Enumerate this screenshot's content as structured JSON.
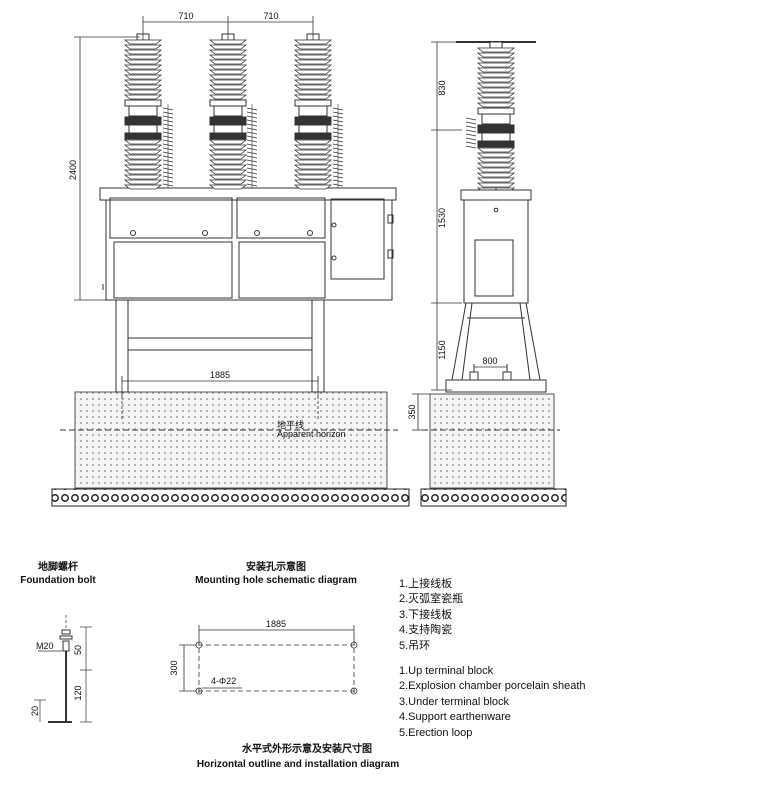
{
  "front_view": {
    "dim_top_left": "710",
    "dim_top_right": "710",
    "dim_height": "2400",
    "dim_base_width": "1885",
    "horizon_cn": "地平线",
    "horizon_en": "Apparent horizon"
  },
  "side_view": {
    "dim_830": "830",
    "dim_1530": "1530",
    "dim_1150": "1150",
    "dim_800": "800",
    "dim_350": "350"
  },
  "bolt": {
    "title_cn": "地脚螺杆",
    "title_en": "Foundation bolt",
    "m20": "M20",
    "dim_50": "50",
    "dim_120": "120",
    "dim_20": "20"
  },
  "mounting": {
    "title_cn": "安装孔示意图",
    "title_en": "Mounting hole schematic diagram",
    "dim_1885": "1885",
    "dim_300": "300",
    "holes": "4-Φ22"
  },
  "caption": {
    "cn": "水平式外形示意及安装尺寸图",
    "en": "Horizontal outline and installation diagram"
  },
  "legend": {
    "cn": [
      "1.上接线板",
      "2.灭弧室瓷瓶",
      "3.下接线板",
      "4.支持陶瓷",
      "5.吊环"
    ],
    "en": [
      "1.Up terminal block",
      "2.Explosion chamber porcelain sheath",
      "3.Under terminal block",
      "4.Support earthenware",
      "5.Erection loop"
    ]
  }
}
